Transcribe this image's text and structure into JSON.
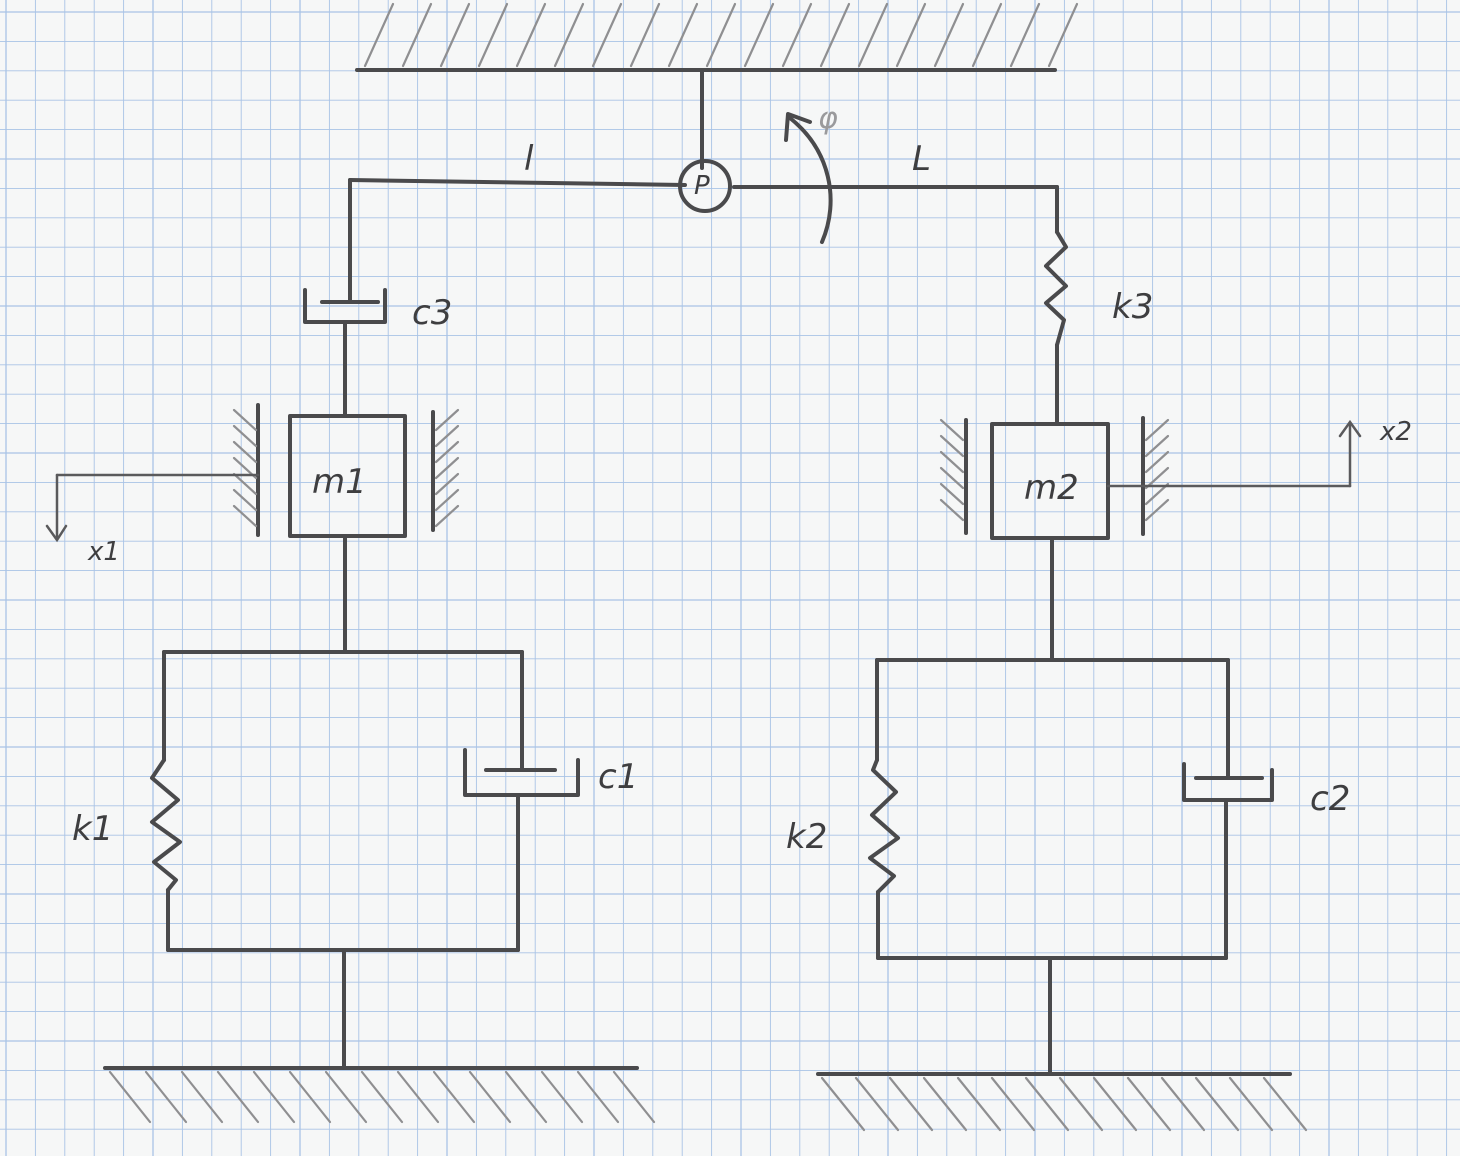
{
  "labels": {
    "pivot": "P",
    "rotation": "φ",
    "arm_left": "l",
    "arm_right": "L",
    "damper_top": "c3",
    "spring_top": "k3",
    "mass_left": "m1",
    "mass_right": "m2",
    "coord_left": "x1",
    "coord_right": "x2",
    "spring_left": "k1",
    "damper_left": "c1",
    "spring_right": "k2",
    "damper_right": "c2"
  },
  "colors": {
    "paper": "#f6f7f7",
    "grid": "#a9c3e6",
    "ink": "#4a4a4c",
    "hatch": "#8f8f91"
  }
}
